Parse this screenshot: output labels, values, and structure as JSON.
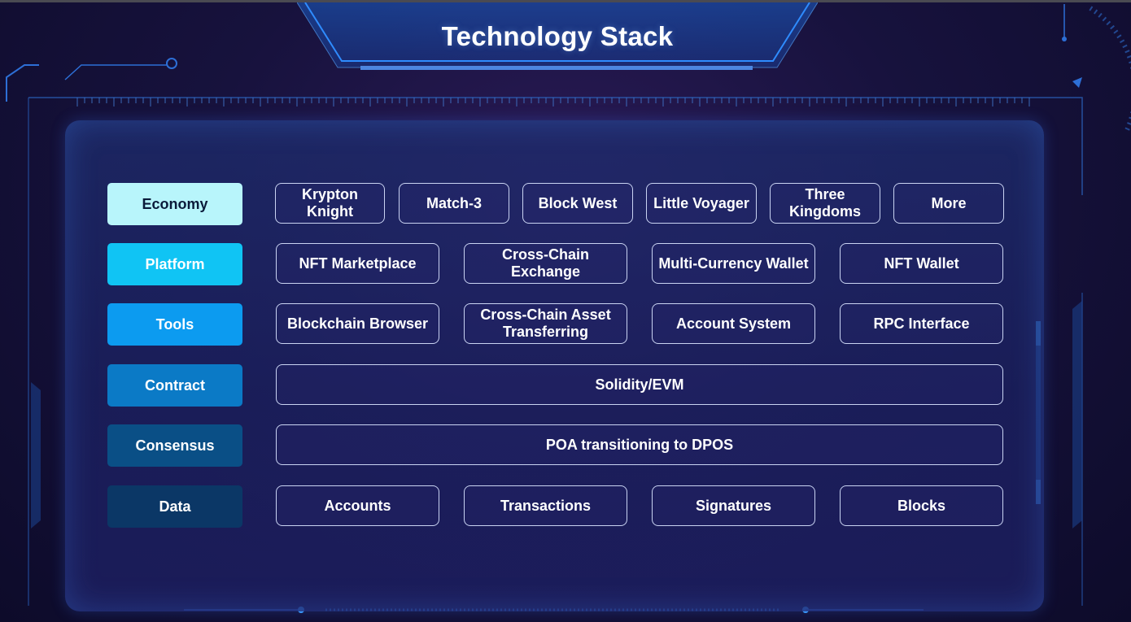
{
  "title": "Technology Stack",
  "colors": {
    "economy": "#b8f5fb",
    "platform": "#10c4f4",
    "tools": "#0c9bf0",
    "contract": "#0b7ac6",
    "consensus": "#0a4f86",
    "data": "#0b3766",
    "box_border": "#c9d3f2"
  },
  "layers": [
    {
      "label": "Economy",
      "items": [
        "Krypton Knight",
        "Match-3",
        "Block West",
        "Little Voyager",
        "Three Kingdoms",
        "More"
      ]
    },
    {
      "label": "Platform",
      "items": [
        "NFT Marketplace",
        "Cross-Chain Exchange",
        "Multi-Currency Wallet",
        "NFT Wallet"
      ]
    },
    {
      "label": "Tools",
      "items": [
        "Blockchain Browser",
        "Cross-Chain Asset Transferring",
        "Account System",
        "RPC Interface"
      ]
    },
    {
      "label": "Contract",
      "items": [
        "Solidity/EVM"
      ]
    },
    {
      "label": "Consensus",
      "items": [
        "POA transitioning to DPOS"
      ]
    },
    {
      "label": "Data",
      "items": [
        "Accounts",
        "Transactions",
        "Signatures",
        "Blocks"
      ]
    }
  ]
}
